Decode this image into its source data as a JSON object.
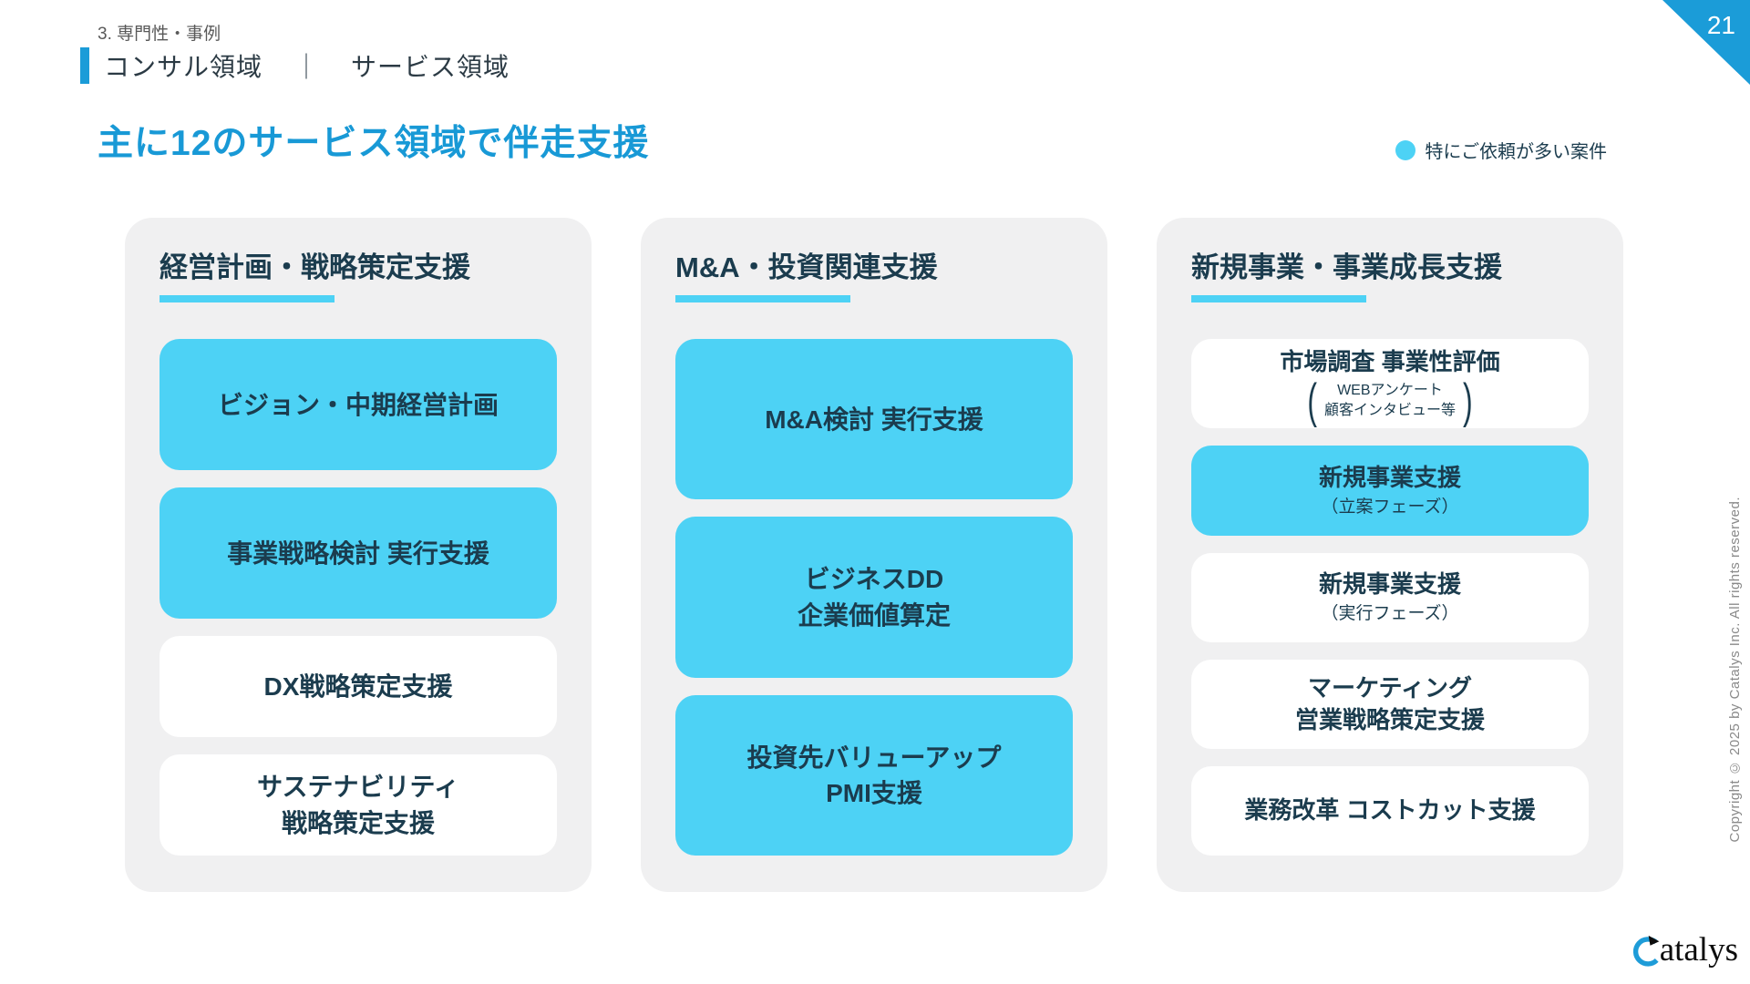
{
  "page": {
    "section_label": "3. 専門性・事例",
    "header": {
      "left": "コンサル領域",
      "separator": "｜",
      "right": "サービス領域"
    },
    "title": "主に12のサービス領域で伴走支援",
    "page_number": "21",
    "legend_label": "特にご依頼が多い案件",
    "copyright": "Copyright © 2025 by Catalys Inc. All rights reserved.",
    "logo_text": "atalys",
    "logo_icon": "catalys-c-swoosh-icon"
  },
  "colors": {
    "accent_blue": "#1B9CD8",
    "highlight_cyan": "#4DD2F5",
    "dark_navy_text": "#1B3C4E",
    "card_gray": "#F0F0F1"
  },
  "columns": [
    {
      "header": "経営計画・戦略策定支援",
      "items": [
        {
          "lines": [
            "ビジョン・中期経営計画"
          ],
          "highlighted": true
        },
        {
          "lines": [
            "事業戦略検討 実行支援"
          ],
          "highlighted": true
        },
        {
          "lines": [
            "DX戦略策定支援"
          ],
          "highlighted": false
        },
        {
          "lines": [
            "サステナビリティ",
            "戦略策定支援"
          ],
          "highlighted": false
        }
      ]
    },
    {
      "header": "M&A・投資関連支援",
      "items": [
        {
          "lines": [
            "M&A検討 実行支援"
          ],
          "highlighted": true
        },
        {
          "lines": [
            "ビジネスDD",
            "企業価値算定"
          ],
          "highlighted": true
        },
        {
          "lines": [
            "投資先バリューアップ",
            "PMI支援"
          ],
          "highlighted": true
        }
      ]
    },
    {
      "header": "新規事業・事業成長支援",
      "items": [
        {
          "lines": [
            "市場調査 事業性評価"
          ],
          "highlighted": false,
          "bracket_lines": [
            "WEBアンケート",
            "顧客インタビュー等"
          ]
        },
        {
          "lines": [
            "新規事業支援"
          ],
          "sub": "（立案フェーズ）",
          "highlighted": true
        },
        {
          "lines": [
            "新規事業支援"
          ],
          "sub": "（実行フェーズ）",
          "highlighted": false
        },
        {
          "lines": [
            "マーケティング",
            "営業戦略策定支援"
          ],
          "highlighted": false
        },
        {
          "lines": [
            "業務改革 コストカット支援"
          ],
          "highlighted": false
        }
      ]
    }
  ]
}
